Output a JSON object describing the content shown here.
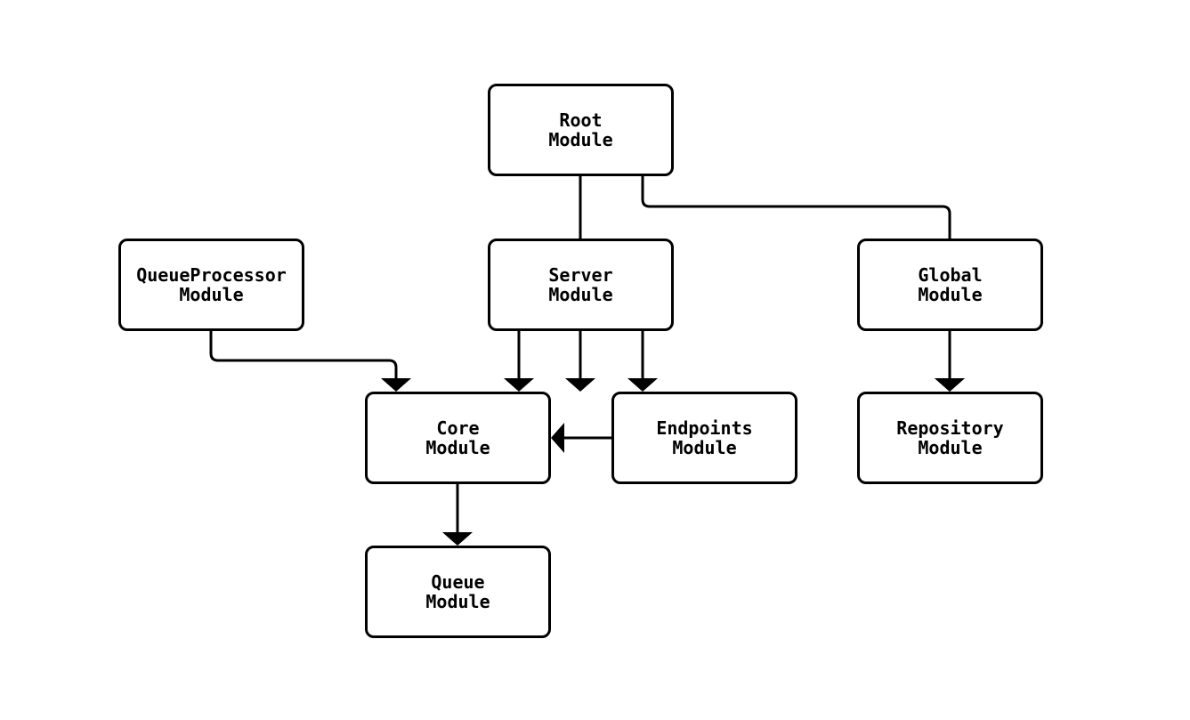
{
  "diagram": {
    "background_color": "#ffffff",
    "node_border_color": "#000000",
    "node_fill_color": "#ffffff",
    "edge_color": "#000000",
    "nodes": {
      "root": {
        "label": "Root\nModule"
      },
      "queue_processor": {
        "label": "QueueProcessor\nModule"
      },
      "server": {
        "label": "Server\nModule"
      },
      "global": {
        "label": "Global\nModule"
      },
      "core": {
        "label": "Core\nModule"
      },
      "endpoints": {
        "label": "Endpoints\nModule"
      },
      "repository": {
        "label": "Repository\nModule"
      },
      "queue": {
        "label": "Queue\nModule"
      }
    },
    "edges": [
      {
        "from": "Root Module",
        "to": "Server Module"
      },
      {
        "from": "Root Module",
        "to": "Global Module"
      },
      {
        "from": "QueueProcessor Module",
        "to": "Core Module"
      },
      {
        "from": "Server Module",
        "to": "Core Module"
      },
      {
        "from": "Server Module",
        "to": "Endpoints Module"
      },
      {
        "from": "Global Module",
        "to": "Repository Module"
      },
      {
        "from": "Endpoints Module",
        "to": "Core Module"
      },
      {
        "from": "Core Module",
        "to": "Queue Module"
      }
    ]
  }
}
